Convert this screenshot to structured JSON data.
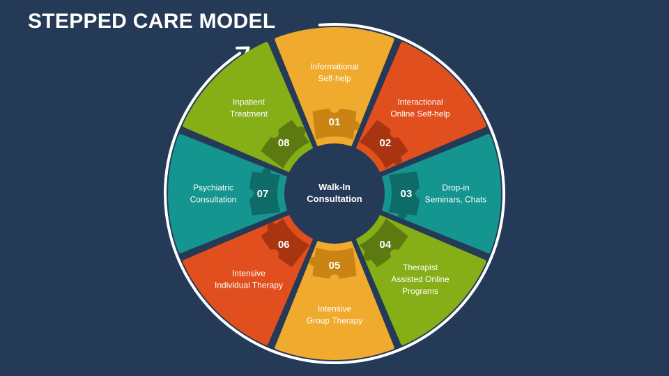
{
  "title": "STEPPED CARE MODEL",
  "center": {
    "lines": [
      "Walk-In",
      "Consultation"
    ]
  },
  "steps": [
    {
      "number": "01",
      "lines": [
        "Informational",
        "Self-help"
      ],
      "color": "#f0aa2e",
      "dark": "#c98414"
    },
    {
      "number": "02",
      "lines": [
        "Interactional",
        "Online Self-help"
      ],
      "color": "#e14f1e",
      "dark": "#a83510"
    },
    {
      "number": "03",
      "lines": [
        "Drop-in",
        "Seminars, Chats"
      ],
      "color": "#15958f",
      "dark": "#0f6b67"
    },
    {
      "number": "04",
      "lines": [
        "Therapist",
        "Assisted Online",
        "Programs"
      ],
      "color": "#86ae16",
      "dark": "#5d7a10"
    },
    {
      "number": "05",
      "lines": [
        "Intensive",
        "Group Therapy"
      ],
      "color": "#f0aa2e",
      "dark": "#c98414"
    },
    {
      "number": "06",
      "lines": [
        "Intensive",
        "Individual Therapy"
      ],
      "color": "#e14f1e",
      "dark": "#a83510"
    },
    {
      "number": "07",
      "lines": [
        "Psychiatric",
        "Consultation"
      ],
      "color": "#15958f",
      "dark": "#0f6b67"
    },
    {
      "number": "08",
      "lines": [
        "Inpatient",
        "Treatment"
      ],
      "color": "#86ae16",
      "dark": "#5d7a10"
    }
  ],
  "colors": {
    "background": "#253a57",
    "ring": "#ffffff",
    "text": "#ffffff"
  }
}
